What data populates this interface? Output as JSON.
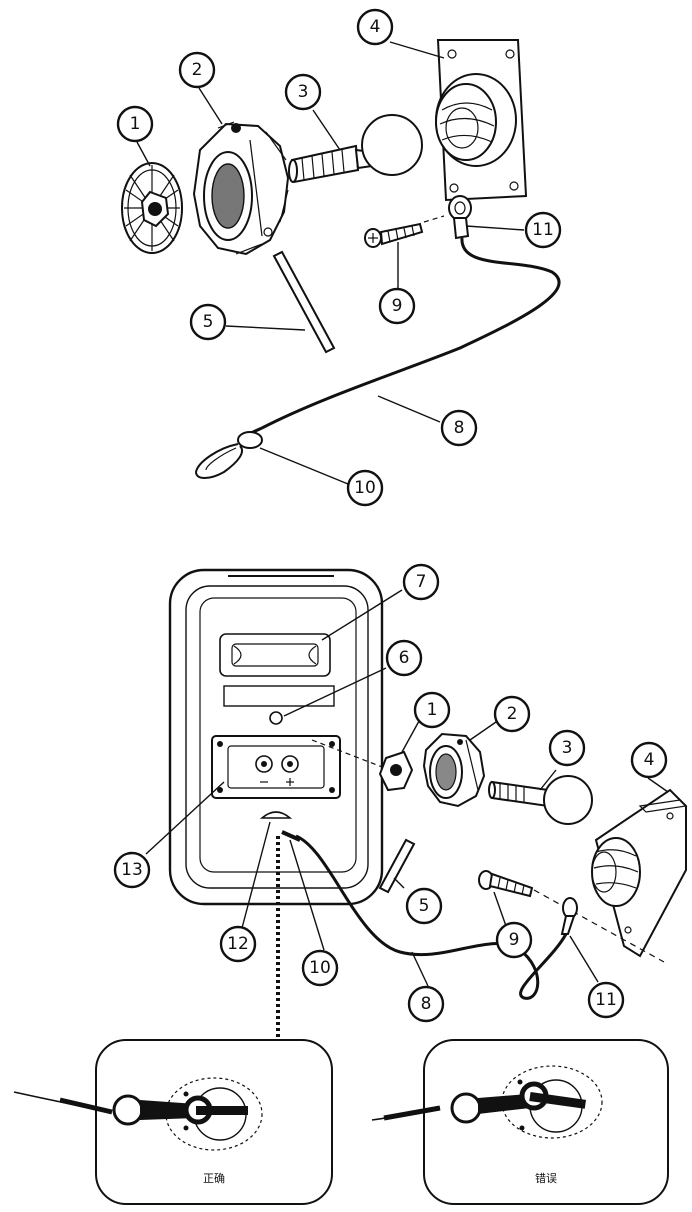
{
  "top_diagram": {
    "callouts": [
      {
        "id": "c1",
        "label": "1"
      },
      {
        "id": "c2",
        "label": "2"
      },
      {
        "id": "c3",
        "label": "3"
      },
      {
        "id": "c4",
        "label": "4"
      },
      {
        "id": "c5",
        "label": "5"
      },
      {
        "id": "c8",
        "label": "8"
      },
      {
        "id": "c9",
        "label": "9"
      },
      {
        "id": "c10",
        "label": "10"
      },
      {
        "id": "c11",
        "label": "11"
      }
    ]
  },
  "bottom_diagram": {
    "callouts": [
      {
        "id": "d1",
        "label": "1"
      },
      {
        "id": "d2",
        "label": "2"
      },
      {
        "id": "d3",
        "label": "3"
      },
      {
        "id": "d4",
        "label": "4"
      },
      {
        "id": "d5",
        "label": "5"
      },
      {
        "id": "d6",
        "label": "6"
      },
      {
        "id": "d7",
        "label": "7"
      },
      {
        "id": "d8",
        "label": "8"
      },
      {
        "id": "d9",
        "label": "9"
      },
      {
        "id": "d10",
        "label": "10"
      },
      {
        "id": "d11",
        "label": "11"
      },
      {
        "id": "d12",
        "label": "12"
      },
      {
        "id": "d13",
        "label": "13"
      }
    ]
  },
  "insets": {
    "left_label": "正确",
    "right_label": "错误"
  }
}
